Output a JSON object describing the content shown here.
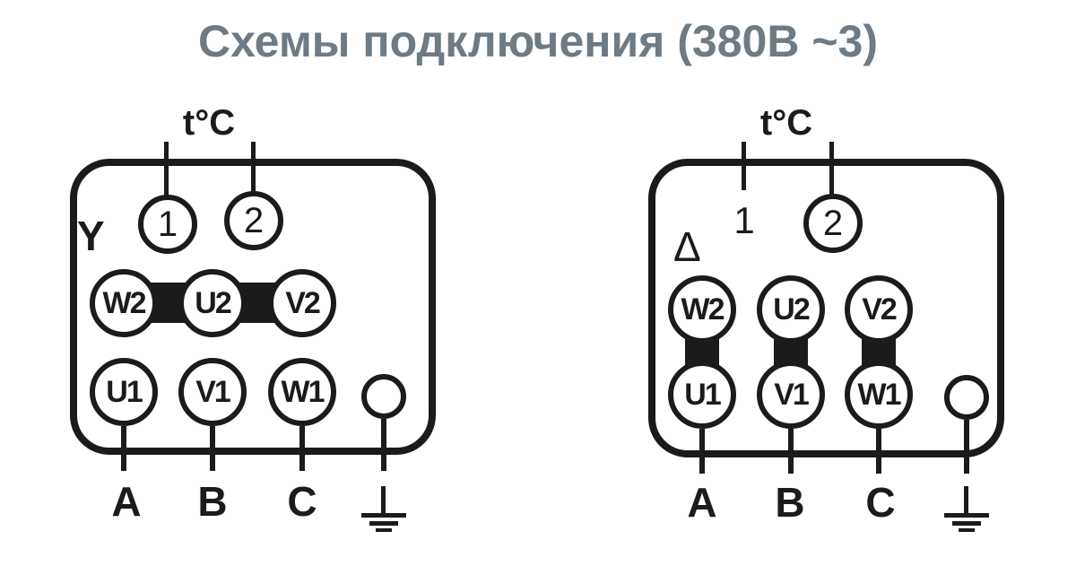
{
  "title": {
    "text": "Схемы подключения (380В ~3)",
    "color": "#6e7a84"
  },
  "style": {
    "line_color": "#1b1b1b",
    "background": "#ffffff"
  },
  "diagrams": [
    {
      "type": "star",
      "symbol": "Y",
      "sensor": {
        "label": "t°C",
        "terminal_1": "1",
        "terminal_2": "2"
      },
      "terminals_top": [
        "W2",
        "U2",
        "V2"
      ],
      "terminals_bottom": [
        "U1",
        "V1",
        "W1"
      ],
      "phases": [
        "A",
        "B",
        "C"
      ]
    },
    {
      "type": "delta",
      "symbol": "Δ",
      "sensor": {
        "label": "t°C",
        "terminal_1": "1",
        "terminal_2": "2"
      },
      "terminals_top": [
        "W2",
        "U2",
        "V2"
      ],
      "terminals_bottom": [
        "U1",
        "V1",
        "W1"
      ],
      "phases": [
        "A",
        "B",
        "C"
      ]
    }
  ]
}
